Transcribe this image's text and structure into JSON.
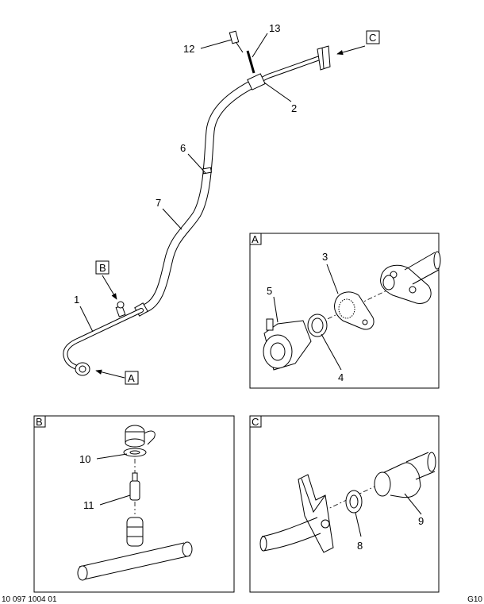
{
  "callouts": {
    "c1": "1",
    "c2": "2",
    "c3": "3",
    "c4": "4",
    "c5": "5",
    "c6": "6",
    "c7": "7",
    "c8": "8",
    "c9": "9",
    "c10": "10",
    "c11": "11",
    "c12": "12",
    "c13": "13"
  },
  "view_tags": {
    "a": "A",
    "b": "B",
    "c": "C"
  },
  "footer": {
    "left": "10 097 1004 01",
    "right": "G10"
  }
}
